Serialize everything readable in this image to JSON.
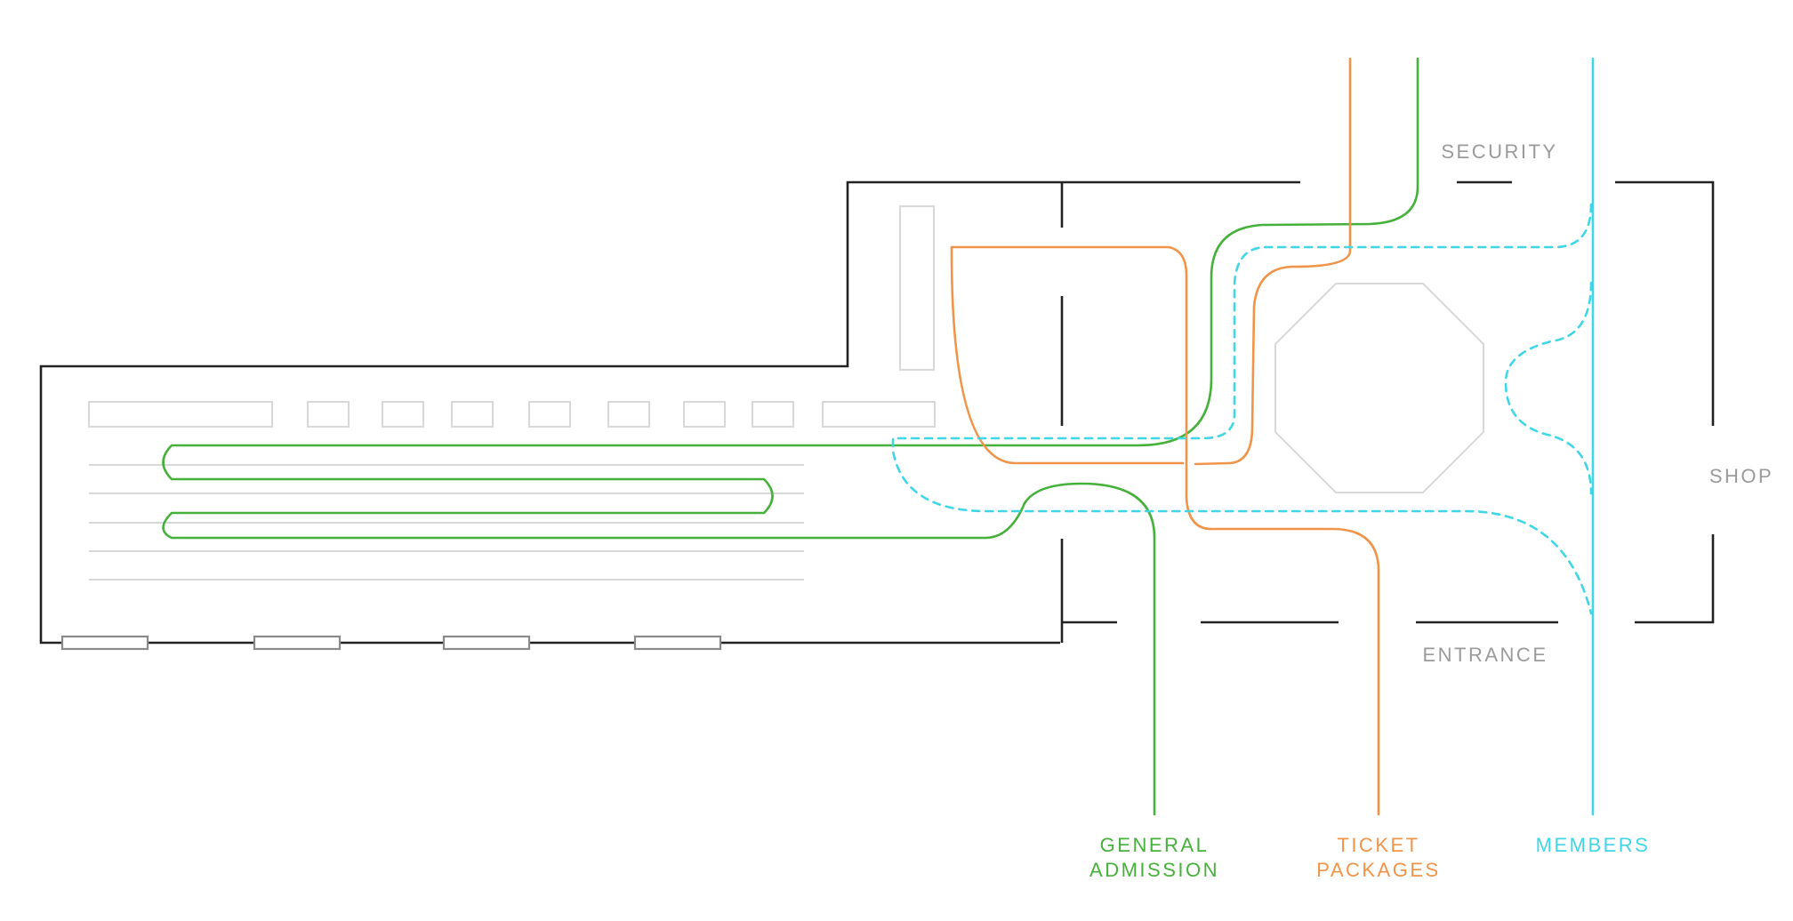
{
  "labels": {
    "security": "SECURITY",
    "shop": "SHOP",
    "entrance": "ENTRANCE"
  },
  "routes": [
    {
      "id": "general-admission",
      "line1": "GENERAL",
      "line2": "ADMISSION",
      "color": "#45b13a",
      "style": "solid"
    },
    {
      "id": "ticket-packages",
      "line1": "TICKET",
      "line2": "PACKAGES",
      "color": "#f0944a",
      "style": "solid"
    },
    {
      "id": "members",
      "line1": "MEMBERS",
      "line2": "",
      "color": "#3fd6e6",
      "style": "solid and dashed"
    }
  ],
  "colors": {
    "wall": "#222222",
    "fixture": "#d8d8d8",
    "label": "#9a9a9a"
  }
}
